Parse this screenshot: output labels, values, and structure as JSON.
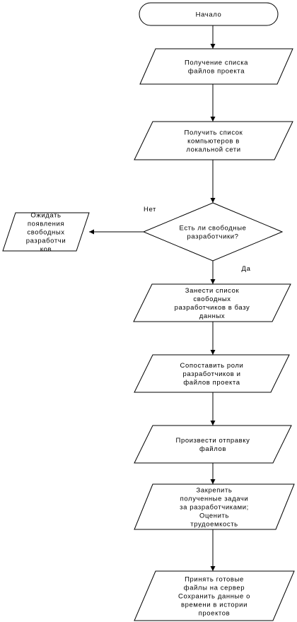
{
  "diagram": {
    "nodes": [
      {
        "id": "start",
        "shape": "terminator",
        "lines": [
          "Начало"
        ]
      },
      {
        "id": "get-files",
        "shape": "parallelogram",
        "lines": [
          "Получение списка",
          "файлов проекта"
        ]
      },
      {
        "id": "get-computers",
        "shape": "parallelogram",
        "lines": [
          "Получить список",
          "компьютеров в",
          "локальной сети"
        ]
      },
      {
        "id": "free-devs",
        "shape": "decision",
        "lines": [
          "Есть ли свободные",
          "разработчики?"
        ]
      },
      {
        "id": "wait-devs",
        "shape": "parallelogram",
        "lines": [
          "Ожидать",
          "появления",
          "свободных",
          "разработчи",
          "ков"
        ]
      },
      {
        "id": "save-devs",
        "shape": "parallelogram",
        "lines": [
          "Занести список",
          "свободных",
          "разработчиков в базу",
          "данных"
        ]
      },
      {
        "id": "match-roles",
        "shape": "parallelogram",
        "lines": [
          "Сопоставить роли",
          "разработчиков и",
          "файлов проекта"
        ]
      },
      {
        "id": "send-files",
        "shape": "parallelogram",
        "lines": [
          "Произвести отправку",
          "файлов"
        ]
      },
      {
        "id": "assign-tasks",
        "shape": "parallelogram",
        "lines": [
          "Закрепить",
          "полученные задачи",
          "за разработчиками;",
          "Оценить",
          "трудоемкость"
        ]
      },
      {
        "id": "receive-files",
        "shape": "parallelogram",
        "lines": [
          "Принять готовые",
          "файлы на сервер",
          "Сохранить данные о",
          "времени в истории",
          "проектов"
        ]
      }
    ],
    "edges": [
      {
        "from": "start",
        "to": "get-files",
        "label": ""
      },
      {
        "from": "get-files",
        "to": "get-computers",
        "label": ""
      },
      {
        "from": "get-computers",
        "to": "free-devs",
        "label": ""
      },
      {
        "from": "free-devs",
        "to": "wait-devs",
        "label": "Нет"
      },
      {
        "from": "free-devs",
        "to": "save-devs",
        "label": "Да"
      },
      {
        "from": "save-devs",
        "to": "match-roles",
        "label": ""
      },
      {
        "from": "match-roles",
        "to": "send-files",
        "label": ""
      },
      {
        "from": "send-files",
        "to": "assign-tasks",
        "label": ""
      },
      {
        "from": "assign-tasks",
        "to": "receive-files",
        "label": ""
      }
    ]
  }
}
